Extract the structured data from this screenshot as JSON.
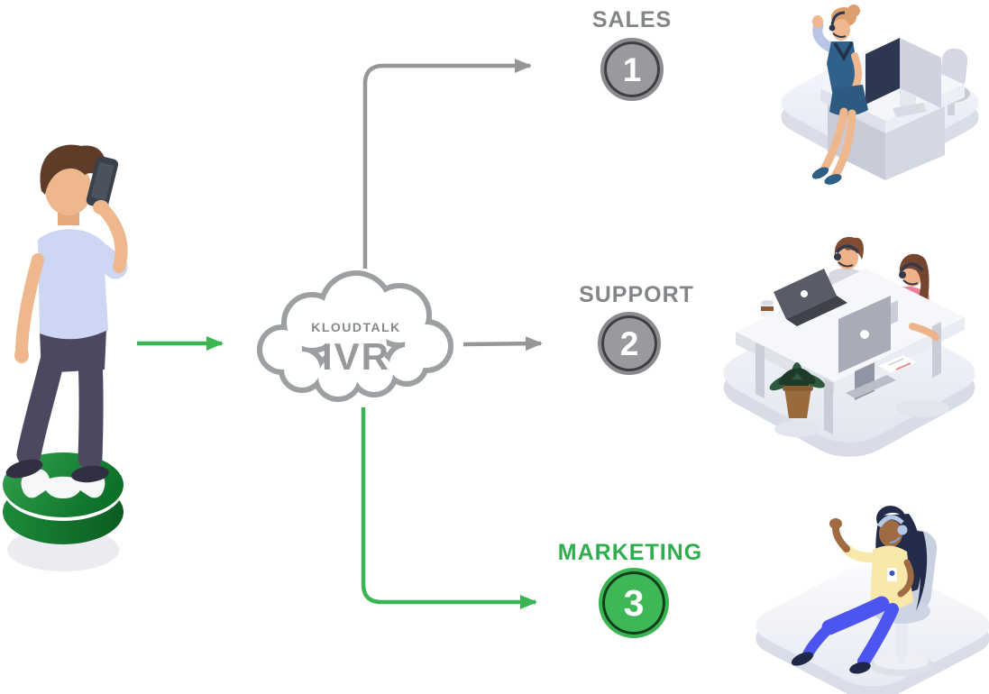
{
  "page": {
    "background": "#ffffff"
  },
  "caller": {
    "name": "customer calling on smartphone",
    "platform_icon": "phone-handset-icon"
  },
  "cloud": {
    "brand": "KLOUDTALK",
    "title": "IVR",
    "icon": "cloud-outline-icon"
  },
  "destinations": [
    {
      "label": "SALES",
      "number": "1",
      "theme": "gray",
      "scene": "sales-agent-at-desk"
    },
    {
      "label": "SUPPORT",
      "number": "2",
      "theme": "gray",
      "scene": "support-team-at-desk"
    },
    {
      "label": "MARKETING",
      "number": "3",
      "theme": "green",
      "scene": "marketing-agent-on-chair"
    }
  ],
  "colors": {
    "accent_green": "#3ab553",
    "green_dark_ring": "#123c1a",
    "arrow_gray": "#949698",
    "label_gray": "#838689",
    "cloud_stroke": "#9da0a3",
    "circle_gray_fill": "#989a9d",
    "circle_dark_ring": "#3e3e40",
    "call_button_green": "#147a31",
    "shirt_blue": "#cdd7f3",
    "support_pink": "#f08096",
    "marketing_yellow": "#f8e9ab",
    "marketing_blue": "#4c55ef"
  }
}
